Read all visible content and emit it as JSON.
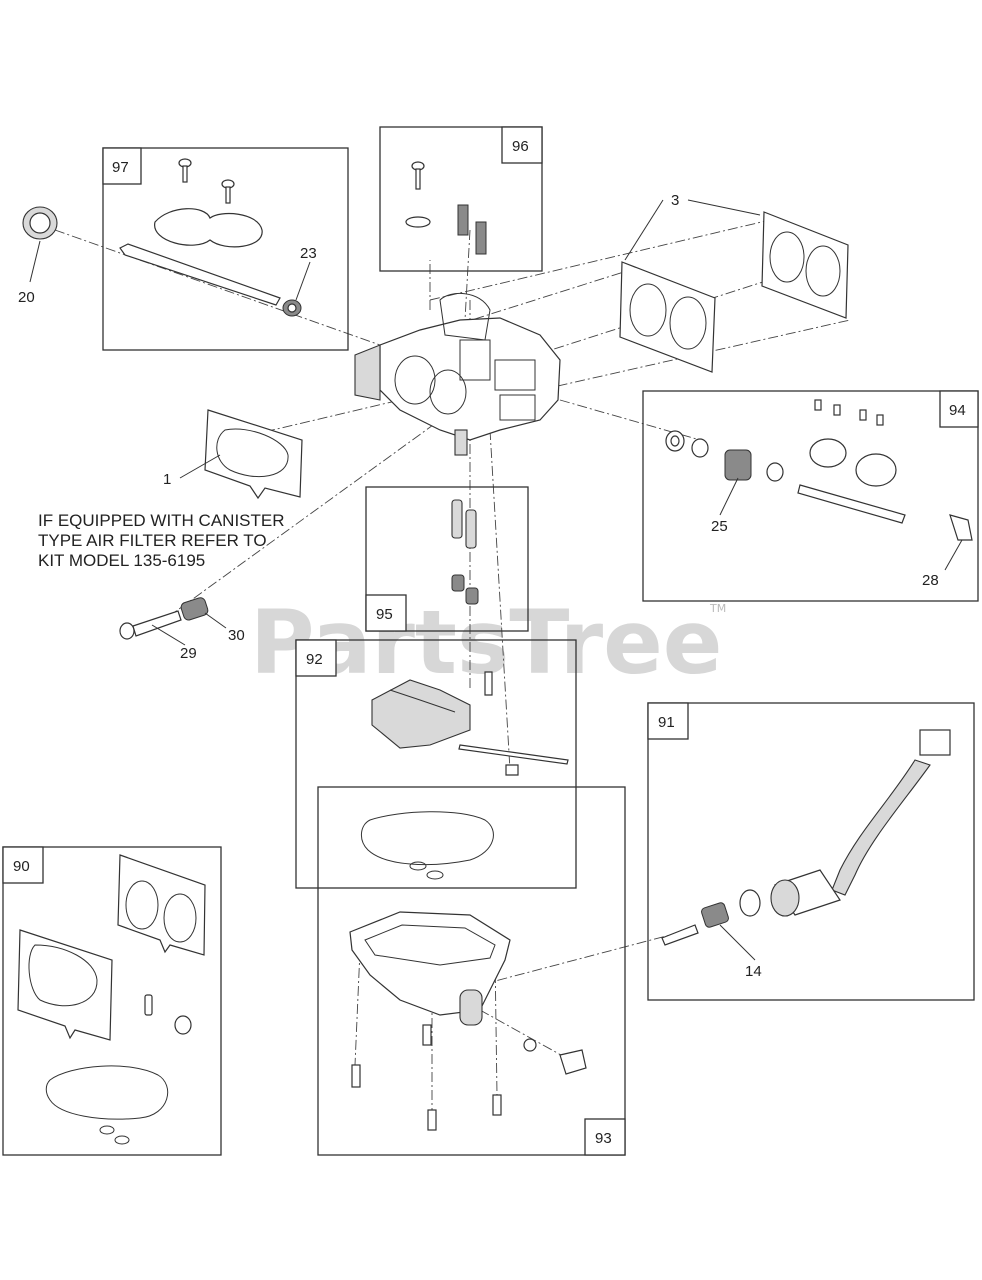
{
  "watermark": {
    "text": "PartsTree",
    "trademark": "TM"
  },
  "note": {
    "line1": "IF EQUIPPED WITH CANISTER",
    "line2": "TYPE AIR FILTER REFER TO",
    "line3": "KIT MODEL 135-6195"
  },
  "kits": [
    {
      "id": "97",
      "label": "97"
    },
    {
      "id": "96",
      "label": "96"
    },
    {
      "id": "94",
      "label": "94"
    },
    {
      "id": "95",
      "label": "95"
    },
    {
      "id": "92",
      "label": "92"
    },
    {
      "id": "91",
      "label": "91"
    },
    {
      "id": "90",
      "label": "90"
    },
    {
      "id": "93",
      "label": "93"
    }
  ],
  "callouts": [
    {
      "id": "20",
      "label": "20"
    },
    {
      "id": "23",
      "label": "23"
    },
    {
      "id": "3",
      "label": "3"
    },
    {
      "id": "1",
      "label": "1"
    },
    {
      "id": "25",
      "label": "25"
    },
    {
      "id": "28",
      "label": "28"
    },
    {
      "id": "29",
      "label": "29"
    },
    {
      "id": "30",
      "label": "30"
    },
    {
      "id": "14",
      "label": "14"
    }
  ]
}
